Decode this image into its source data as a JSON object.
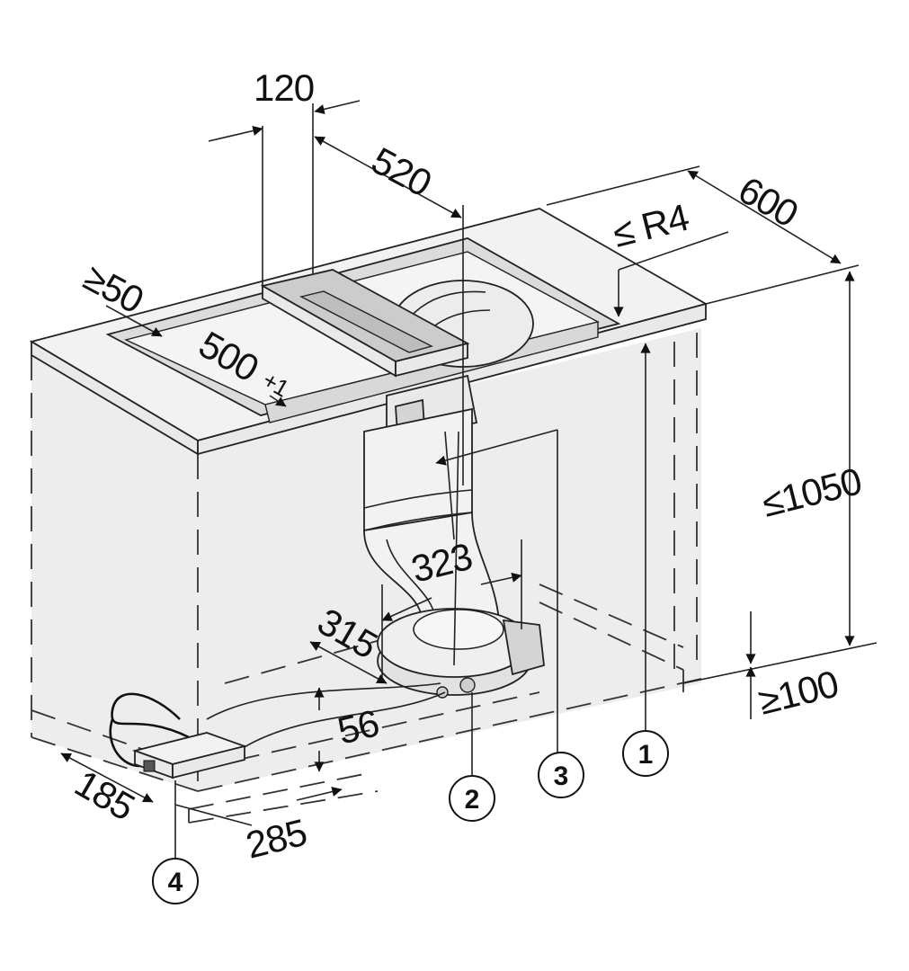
{
  "dimensions": {
    "d120": "120",
    "d520": "520",
    "d600": "600",
    "dR4": "≤ R4",
    "d50": "≥50",
    "d500": "500",
    "d500_tol": "+1",
    "d1050": "≤1050",
    "d100": "≥100",
    "d323": "323",
    "d315": "315",
    "d56": "56",
    "d185": "185",
    "d285": "285"
  },
  "callouts": {
    "c1": "1",
    "c2": "2",
    "c3": "3",
    "c4": "4"
  }
}
